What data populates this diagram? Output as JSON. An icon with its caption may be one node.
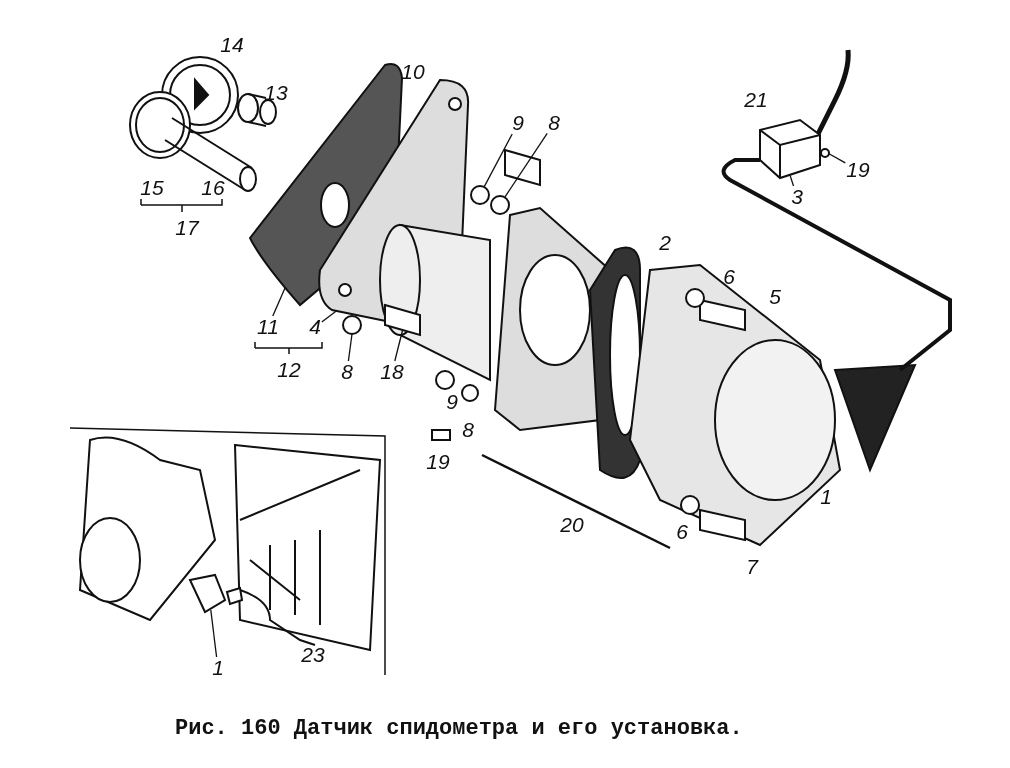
{
  "diagram": {
    "caption": "Рис. 160 Датчик спидометра и его установка.",
    "nodes": [
      {
        "text": [
          "11"
        ]
      },
      {
        "text": [
          "4"
        ]
      },
      {
        "text": [
          "8"
        ]
      },
      {
        "text": [
          "18"
        ]
      },
      {
        "text": [
          "9"
        ]
      },
      {
        "text": [
          "8"
        ]
      },
      {
        "text": [
          "3"
        ]
      },
      {
        "text": [
          "19"
        ]
      },
      {
        "text": [
          "1"
        ]
      },
      {
        "text": [],
        "shape": "picture"
      },
      {
        "text": [],
        "shape": "picture"
      },
      {
        "text": [],
        "shape": "circle"
      },
      {
        "text": [],
        "shape": "box"
      },
      {
        "text": [],
        "shape": "circle"
      },
      {
        "text": [],
        "shape": "circle"
      },
      {
        "text": [],
        "shape": "picture"
      },
      {
        "text": [],
        "shape": "circle"
      },
      {
        "text": [],
        "shape": "picture"
      }
    ],
    "edges": [
      {
        "from": 0,
        "to": 9,
        "arrow": "none"
      },
      {
        "from": 1,
        "to": 10,
        "arrow": "none"
      },
      {
        "from": 2,
        "to": 11,
        "arrow": "none"
      },
      {
        "from": 3,
        "to": 12,
        "arrow": "none"
      },
      {
        "from": 4,
        "to": 13,
        "arrow": "none"
      },
      {
        "from": 5,
        "to": 14,
        "arrow": "none"
      },
      {
        "from": 6,
        "to": 15,
        "arrow": "none"
      },
      {
        "from": 7,
        "to": 16,
        "arrow": "none"
      },
      {
        "from": 8,
        "to": 17,
        "arrow": "none"
      }
    ],
    "labels": [
      "14",
      "10",
      "13",
      "21",
      "15",
      "16",
      "17",
      "2",
      "6",
      "5",
      "12",
      "9",
      "8",
      "19",
      "1",
      "20",
      "6",
      "7",
      "23"
    ]
  }
}
